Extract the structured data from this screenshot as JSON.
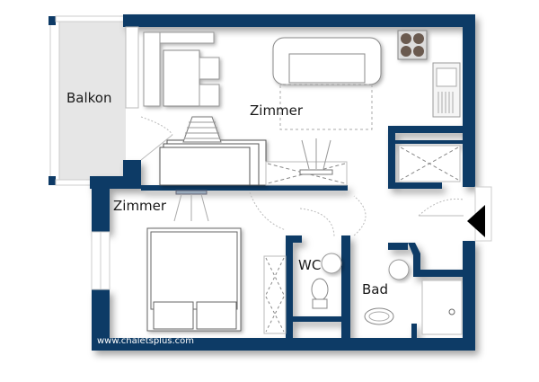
{
  "plan": {
    "rooms": [
      {
        "label": "Balkon"
      },
      {
        "label": "Zimmer"
      },
      {
        "label": "Zimmer"
      },
      {
        "label": "WC"
      },
      {
        "label": "Bad"
      }
    ],
    "website": "www.chaletsplus.com",
    "colors": {
      "wall": "#0d3a66",
      "balcony": "#e6e6e6",
      "background": "#ffffff"
    },
    "entrance": {
      "icon": "arrow-left-icon"
    }
  }
}
